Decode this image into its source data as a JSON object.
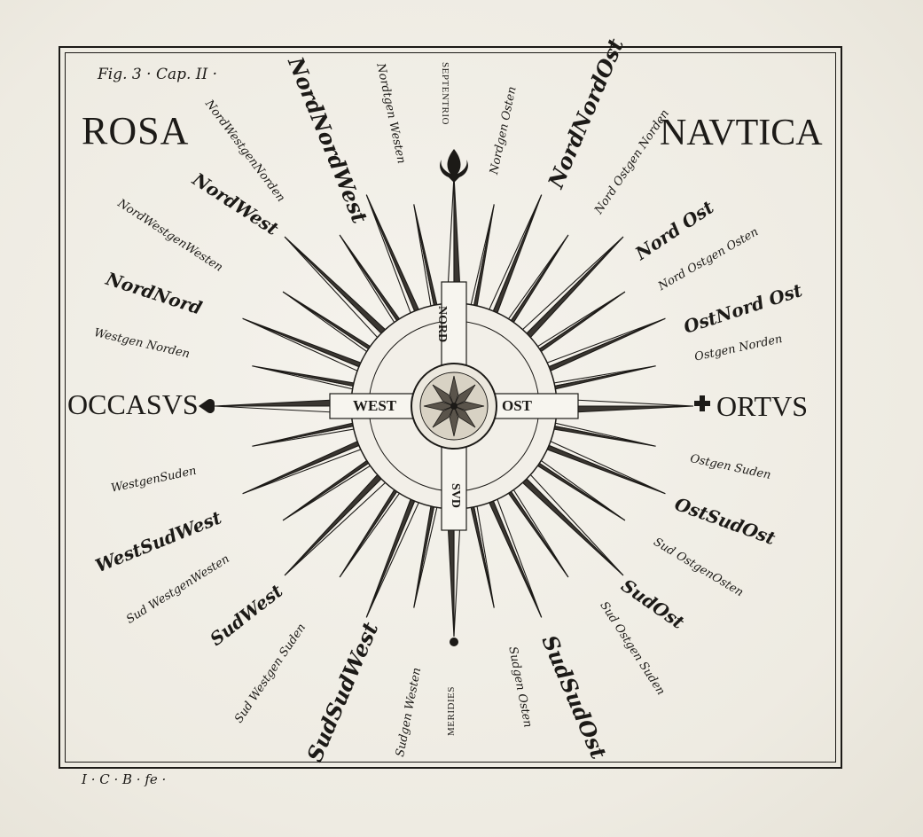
{
  "figure_label": "Fig. 3 · Cap. II ·",
  "title_left": "ROSA",
  "title_right": "NAVTICA",
  "signature": "I · C · B · fe ·",
  "cardinals": {
    "north": "SEPTENTRIO",
    "south": "MERIDIES",
    "west": "OCCASVS",
    "east": "ORTVS"
  },
  "ring_labels": {
    "nord": "NORD",
    "sud": "SVD",
    "west": "WEST",
    "ost": "OST"
  },
  "winds": [
    {
      "id": "n-b-e",
      "text": "Nordgen Osten"
    },
    {
      "id": "nne",
      "text": "NordNordOst"
    },
    {
      "id": "ne-b-n",
      "text": "Nord Ostgen Norden"
    },
    {
      "id": "ne",
      "text": "Nord Ost"
    },
    {
      "id": "ne-b-e",
      "text": "Nord Ostgen Osten"
    },
    {
      "id": "ene",
      "text": "OstNord Ost"
    },
    {
      "id": "e-b-n",
      "text": "Ostgen Norden"
    },
    {
      "id": "e-b-s",
      "text": "Ostgen Suden"
    },
    {
      "id": "ese",
      "text": "OstSudOst"
    },
    {
      "id": "se-b-e",
      "text": "Sud OstgenOsten"
    },
    {
      "id": "se",
      "text": "SudOst"
    },
    {
      "id": "se-b-s",
      "text": "Sud Ostgen Suden"
    },
    {
      "id": "sse",
      "text": "SudSudOst"
    },
    {
      "id": "s-b-e",
      "text": "Sudgen Osten"
    },
    {
      "id": "s-b-w",
      "text": "Sudgen Westen"
    },
    {
      "id": "ssw",
      "text": "SudSudWest"
    },
    {
      "id": "sw-b-s",
      "text": "Sud Westgen Suden"
    },
    {
      "id": "sw",
      "text": "SudWest"
    },
    {
      "id": "sw-b-w",
      "text": "Sud WestgenWesten"
    },
    {
      "id": "wsw",
      "text": "WestSudWest"
    },
    {
      "id": "w-b-s",
      "text": "WestgenSuden"
    },
    {
      "id": "w-b-n",
      "text": "Westgen Norden"
    },
    {
      "id": "wnw",
      "text": "NordNord"
    },
    {
      "id": "nw-b-w",
      "text": "NordWestgenWesten"
    },
    {
      "id": "nw",
      "text": "NordWest"
    },
    {
      "id": "nw-b-n",
      "text": "NordWestgenNorden"
    },
    {
      "id": "nnw",
      "text": "NordNordWest"
    },
    {
      "id": "n-b-w",
      "text": "Nordtgen Westen"
    }
  ]
}
